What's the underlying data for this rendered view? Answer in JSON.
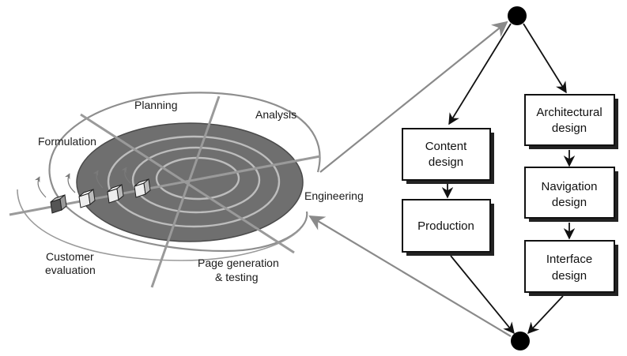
{
  "spiral": {
    "labels": {
      "planning": "Planning",
      "analysis": "Analysis",
      "formulation": "Formulation",
      "engineering": "Engineering",
      "customer_evaluation_line1": "Customer",
      "customer_evaluation_line2": "evaluation",
      "page_generation_line1": "Page generation",
      "page_generation_line2": "& testing"
    }
  },
  "engineering_flow": {
    "content_design_line1": "Content",
    "content_design_line2": "design",
    "production": "Production",
    "architectural_design_line1": "Architectural",
    "architectural_design_line2": "design",
    "navigation_design_line1": "Navigation",
    "navigation_design_line2": "design",
    "interface_design_line1": "Interface",
    "interface_design_line2": "design"
  },
  "colors": {
    "spiral_fill": "#6f6f6f",
    "ring_stroke": "#b9b9b9",
    "connector": "#8a8a8a",
    "box_stroke": "#111111",
    "node_fill": "#000000"
  }
}
